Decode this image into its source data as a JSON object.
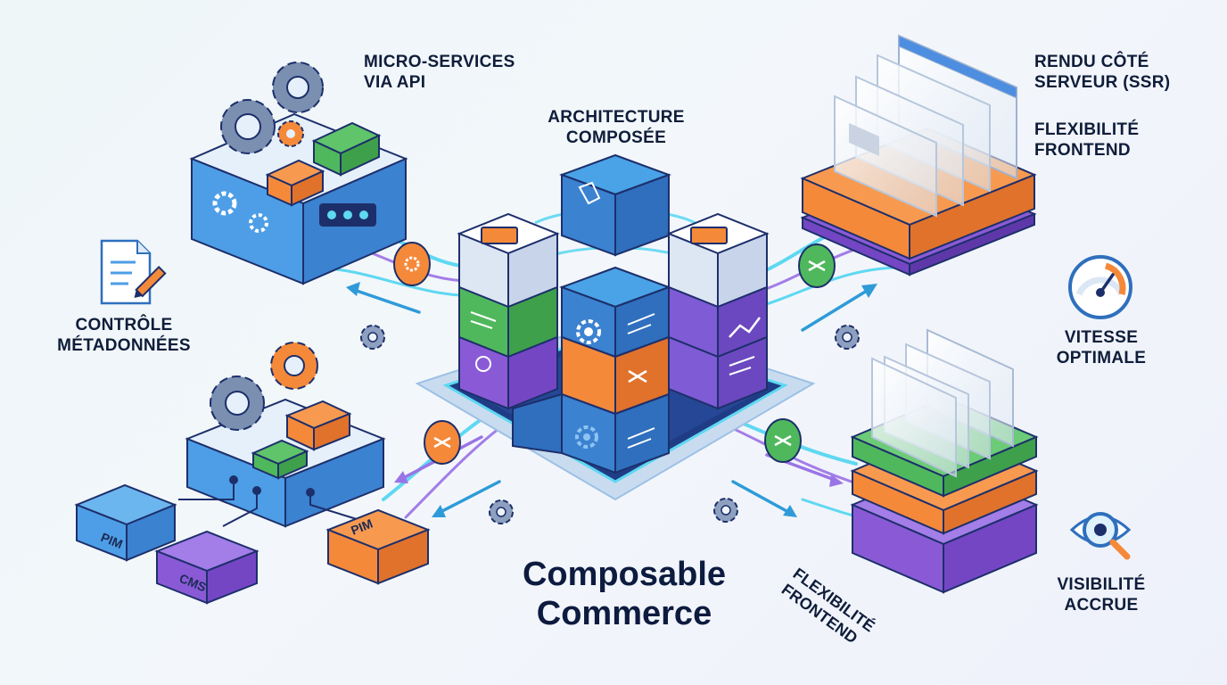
{
  "title": {
    "line1": "Composable",
    "line2": "Commerce"
  },
  "labels": {
    "microservices": {
      "line1": "MICRO-SERVICES",
      "line2": "VIA API"
    },
    "architecture": {
      "line1": "ARCHITECTURE",
      "line2": "COMPOSÉE"
    },
    "ssr": {
      "line1": "RENDU CÔTÉ",
      "line2": "SERVEUR (SSR)"
    },
    "flex_top": {
      "line1": "FLEXIBILITÉ",
      "line2": "FRONTEND"
    },
    "metadata": {
      "line1": "CONTRÔLE",
      "line2": "MÉTADONNÉES"
    },
    "speed": {
      "line1": "VITESSE",
      "line2": "OPTIMALE"
    },
    "visibility": {
      "line1": "VISIBILITÉ",
      "line2": "ACCRUE"
    },
    "flex_bottom": {
      "line1": "FLEXIBILITÉ",
      "line2": "FRONTEND"
    }
  },
  "boxes": {
    "pim_left": "PIM",
    "cms": "CMS",
    "pim_right": "PIM"
  },
  "colors": {
    "blue": "#4d9ee6",
    "orange": "#f5893a",
    "green": "#4fb85c",
    "purple": "#8a5ad6",
    "cyan": "#5fd8f2",
    "navy": "#1d2f6b",
    "ink": "#0f1d3a"
  },
  "icons": [
    "gear-icon",
    "lego-brick-icon",
    "document-edit-icon",
    "speedometer-icon",
    "magnifier-eye-icon",
    "shuffle-icon",
    "arrow-icon",
    "browser-window-icon"
  ]
}
